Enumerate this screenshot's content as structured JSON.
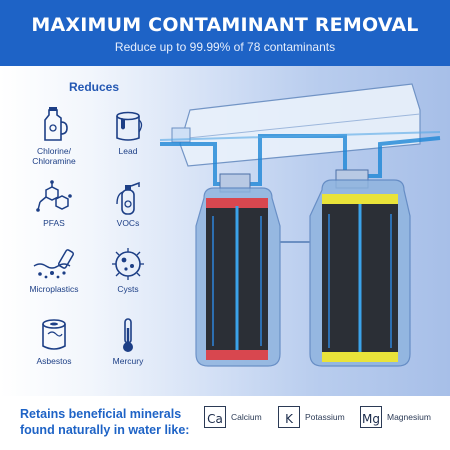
{
  "banner": {
    "title": "MAXIMUM CONTAMINANT REMOVAL",
    "subtitle": "Reduce up to 99.99% of 78 contaminants"
  },
  "reduces": {
    "heading": "Reduces",
    "items": [
      {
        "label": "Chlorine/\nChloramine",
        "icon": "bleach-bottle-icon"
      },
      {
        "label": "Lead",
        "icon": "paint-can-icon"
      },
      {
        "label": "PFAS",
        "icon": "molecule-icon"
      },
      {
        "label": "VOCs",
        "icon": "fire-extinguisher-icon"
      },
      {
        "label": "Microplastics",
        "icon": "microplastics-icon"
      },
      {
        "label": "Cysts",
        "icon": "cyst-icon"
      },
      {
        "label": "Asbestos",
        "icon": "asbestos-roll-icon"
      },
      {
        "label": "Mercury",
        "icon": "thermometer-icon"
      }
    ]
  },
  "bottom": {
    "retains": "Retains beneficial minerals found naturally in water like:",
    "minerals": [
      {
        "symbol": "Ca",
        "name": "Calcium"
      },
      {
        "symbol": "K",
        "name": "Potassium"
      },
      {
        "symbol": "Mg",
        "name": "Magnesium"
      }
    ]
  },
  "colors": {
    "banner": "#1e63c6",
    "label_text": "#1d3f86",
    "left_cap": "#d8474f",
    "right_cap": "#e9e33a"
  }
}
